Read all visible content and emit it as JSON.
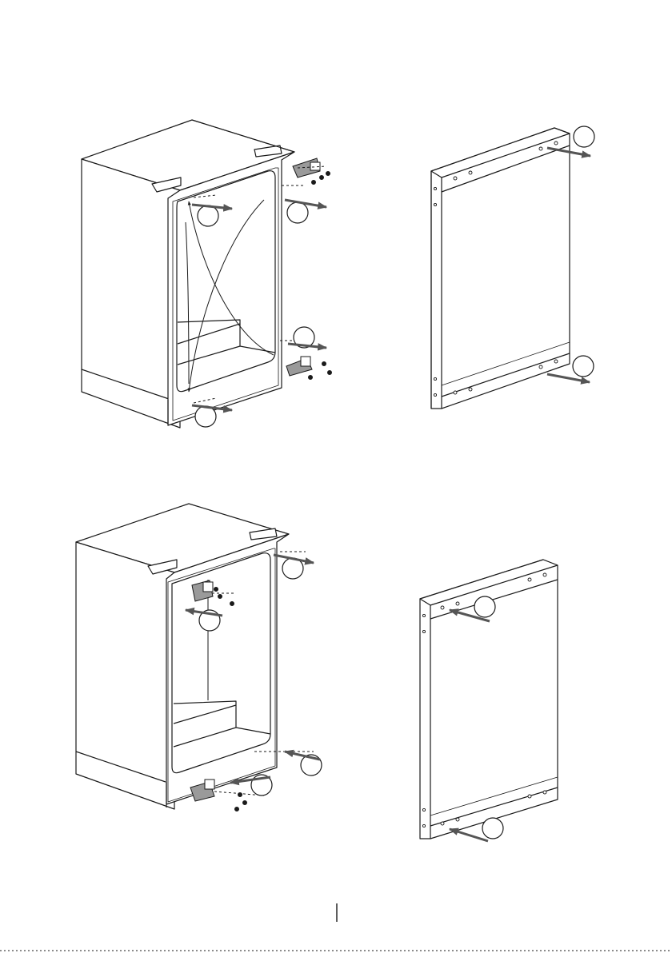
{
  "page": {
    "title": "",
    "page_number": ""
  },
  "colors": {
    "line": "#1a1a1a",
    "arrow": "#555555",
    "shade": "#9a9a9a",
    "background": "#ffffff"
  },
  "figures": [
    {
      "name": "cabinet-door-removal",
      "callout_circles": 4,
      "hinges": 2
    },
    {
      "name": "door-panel-hinge-side",
      "callout_circles": 2
    },
    {
      "name": "cabinet-door-remount",
      "callout_circles": 4,
      "hinges": 2
    },
    {
      "name": "door-panel-reversed",
      "callout_circles": 2
    }
  ]
}
